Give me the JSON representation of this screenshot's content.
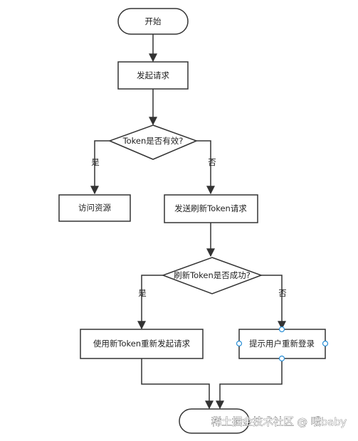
{
  "nodes": {
    "start": "开始",
    "send_request": "发起请求",
    "token_valid": "Token是否有效?",
    "access_resource": "访问资源",
    "send_refresh": "发送刷新Token请求",
    "refresh_success": "刷新Token是否成功?",
    "resend_request": "使用新Token重新发起请求",
    "prompt_relogin": "提示用户重新登录",
    "end": ""
  },
  "edge_labels": {
    "token_yes": "是",
    "token_no": "否",
    "refresh_yes": "是",
    "refresh_no": "否"
  },
  "watermark": "稀土掘金技术社区 @ 哦baby",
  "colors": {
    "stroke": "#333333",
    "fill": "#ffffff",
    "selection_handle": "#2a8fd6"
  }
}
